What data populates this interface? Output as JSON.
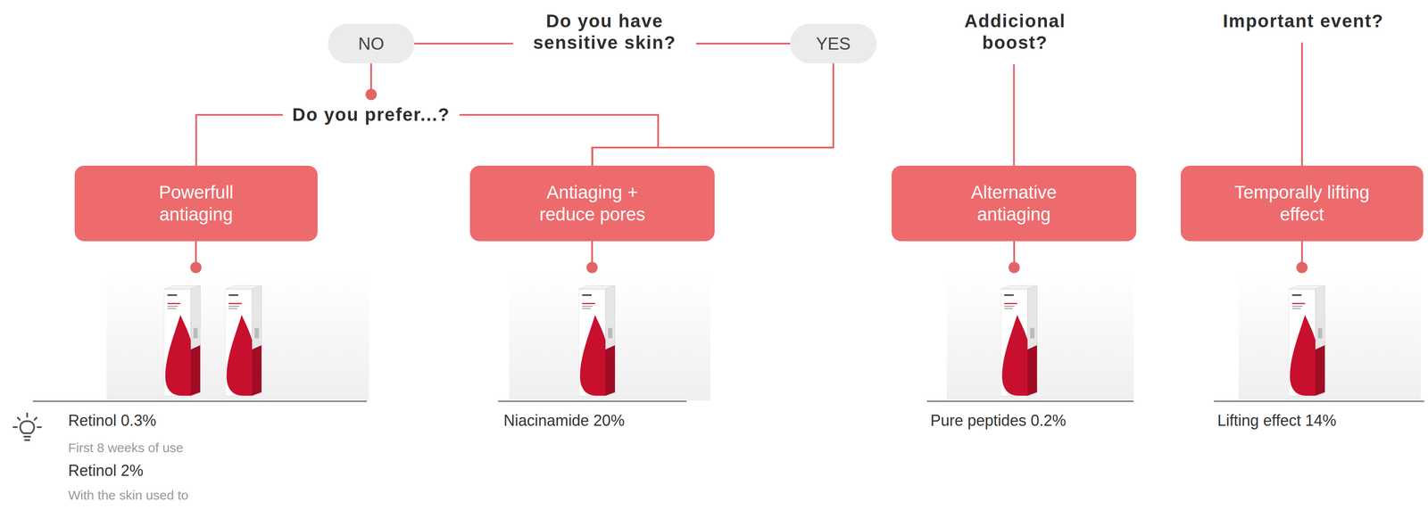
{
  "diagram": {
    "nodes": [
      {
        "text": [
          "Do you have sensitive skin?"
        ]
      },
      {
        "text": [
          "NO"
        ]
      },
      {
        "text": [
          "YES"
        ]
      },
      {
        "text": [
          "Addicional boost?"
        ]
      },
      {
        "text": [
          "Important event?"
        ]
      },
      {
        "text": [
          "Do you prefer...?"
        ]
      },
      {
        "text": [
          "Powerfull antiaging"
        ]
      },
      {
        "text": [
          "Antiaging + reduce pores"
        ]
      },
      {
        "text": [
          "Alternative antiaging"
        ]
      },
      {
        "text": [
          "Temporally lifting effect"
        ]
      }
    ],
    "edges": [
      {
        "from": 0,
        "to": 1,
        "arrow": "none"
      },
      {
        "from": 0,
        "to": 2,
        "arrow": "none"
      },
      {
        "from": 1,
        "to": 5,
        "arrow": "none"
      },
      {
        "from": 5,
        "to": 6,
        "arrow": "none"
      },
      {
        "from": 5,
        "to": 7,
        "arrow": "none"
      },
      {
        "from": 2,
        "to": 7,
        "arrow": "none"
      },
      {
        "from": 3,
        "to": 8,
        "arrow": "none"
      },
      {
        "from": 4,
        "to": 9,
        "arrow": "none"
      }
    ],
    "labels": [
      "Retinol 0.3%",
      "First 8 weeks of use",
      "Retinol 2%",
      "With the skin used to",
      "Niacinamide 20%",
      "Pure peptides 0.2%",
      "Lifting effect 14%"
    ]
  }
}
